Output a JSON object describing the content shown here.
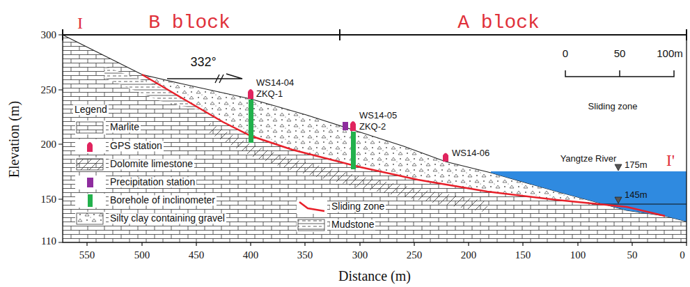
{
  "diagram": {
    "labels": [
      "I",
      "B block",
      "A block",
      "I'",
      "332°",
      "0",
      "50",
      "100m",
      "Sliding zone",
      "WS14-04",
      "ZKQ-1",
      "WS14-05",
      "ZKQ-2",
      "WS14-06",
      "Yangtze River",
      "175m",
      "145m",
      "Legend",
      "300",
      "250",
      "200",
      "150",
      "110",
      "550",
      "500",
      "450",
      "400",
      "350",
      "300",
      "250",
      "200",
      "150",
      "100",
      "50",
      "0",
      "Elevation (m)",
      "Distance (m)"
    ],
    "legend": [
      {
        "text": "Marlite"
      },
      {
        "text": "GPS station",
        "color": "#e0245e"
      },
      {
        "text": "Dolomite limestone"
      },
      {
        "text": "Precipitation station",
        "color": "#8e2c9e"
      },
      {
        "text": "Borehole of inclinometer",
        "color": "#22b14c"
      },
      {
        "text": "Sliding zone"
      },
      {
        "text": "Silty clay containing gravel"
      },
      {
        "text": "Mudstone"
      }
    ]
  }
}
